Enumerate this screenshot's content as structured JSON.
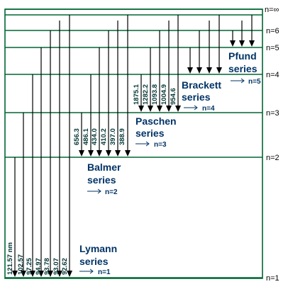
{
  "colors": {
    "level_line": "#006633",
    "arrow": "#000000",
    "series_text": "#003366",
    "wavelength_text": "#003333"
  },
  "levels": [
    {
      "label": "n=∞"
    },
    {
      "label": "n=6"
    },
    {
      "label": "n=5"
    },
    {
      "label": "n=4"
    },
    {
      "label": "n=3"
    },
    {
      "label": "n=2"
    },
    {
      "label": "n=1"
    }
  ],
  "series": [
    {
      "name": [
        "Lymann",
        "series"
      ],
      "arrow_label": "n=1",
      "wavelengths": [
        "121.57 nm",
        "102.57",
        "97.25",
        "94.97",
        "93.78",
        "93.07",
        "92.62"
      ]
    },
    {
      "name": [
        "Balmer",
        "series"
      ],
      "arrow_label": "n=2",
      "wavelengths": [
        "656.3",
        "486.1",
        "434.0",
        "410.2",
        "397.0",
        "388.9"
      ]
    },
    {
      "name": [
        "Paschen",
        "series"
      ],
      "arrow_label": "n=3",
      "wavelengths": [
        "1875.1",
        "1282.2",
        "1093.8",
        "1004.9",
        "954.6"
      ]
    },
    {
      "name": [
        "Brackett",
        "series"
      ],
      "arrow_label": "n=4",
      "wavelengths": []
    },
    {
      "name": [
        "Pfund",
        "series"
      ],
      "arrow_label": "n=5",
      "wavelengths": []
    }
  ]
}
